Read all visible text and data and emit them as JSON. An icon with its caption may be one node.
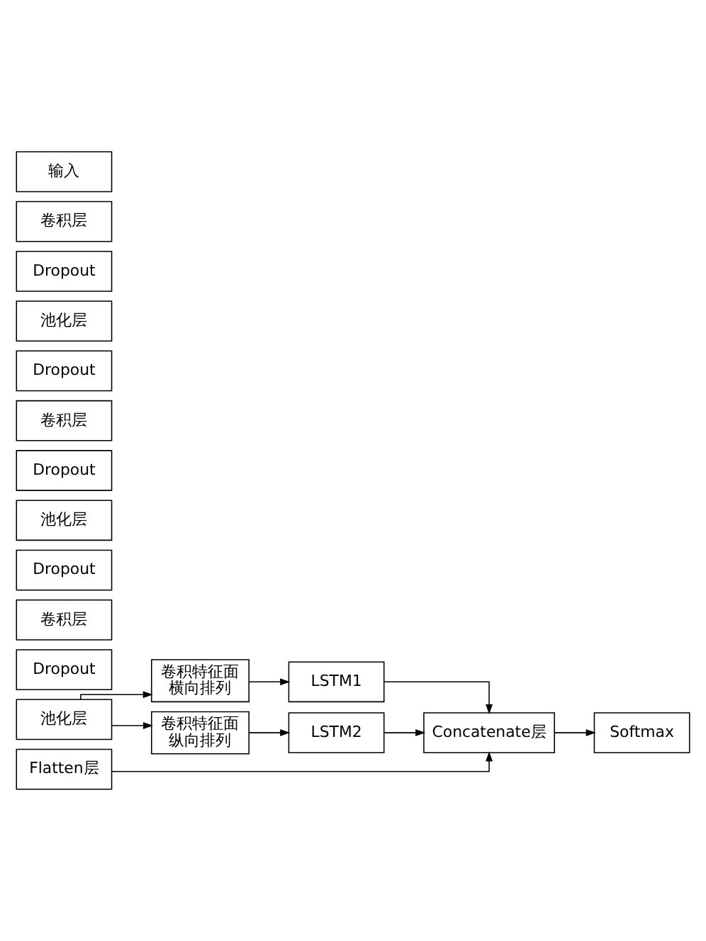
{
  "diagram": {
    "nodes": [
      {
        "text": [
          "输入"
        ]
      },
      {
        "text": [
          "卷积层"
        ]
      },
      {
        "text": [
          "Dropout"
        ]
      },
      {
        "text": [
          "池化层"
        ]
      },
      {
        "text": [
          "Dropout"
        ]
      },
      {
        "text": [
          "卷积层"
        ]
      },
      {
        "text": [
          "Dropout"
        ]
      },
      {
        "text": [
          "池化层"
        ]
      },
      {
        "text": [
          "Dropout"
        ]
      },
      {
        "text": [
          "卷积层"
        ]
      },
      {
        "text": [
          "Dropout"
        ]
      },
      {
        "text": [
          "池化层"
        ]
      },
      {
        "text": [
          "卷积特征面横向排列"
        ]
      },
      {
        "text": [
          "LSTM1"
        ]
      },
      {
        "text": [
          "卷积特征面纵向排列"
        ]
      },
      {
        "text": [
          "LSTM2"
        ]
      },
      {
        "text": [
          "Flatten层"
        ]
      },
      {
        "text": [
          "Concatenate层"
        ]
      },
      {
        "text": [
          "Softmax"
        ]
      }
    ],
    "edges": [
      {
        "from": 11,
        "to": 12,
        "arrow": "to"
      },
      {
        "from": 11,
        "to": 14,
        "arrow": "to"
      },
      {
        "from": 12,
        "to": 13,
        "arrow": "to"
      },
      {
        "from": 14,
        "to": 15,
        "arrow": "to"
      },
      {
        "from": 13,
        "to": 17,
        "arrow": "to"
      },
      {
        "from": 15,
        "to": 17,
        "arrow": "to"
      },
      {
        "from": 16,
        "to": 17,
        "arrow": "to"
      },
      {
        "from": 17,
        "to": 18,
        "arrow": "to"
      }
    ]
  }
}
